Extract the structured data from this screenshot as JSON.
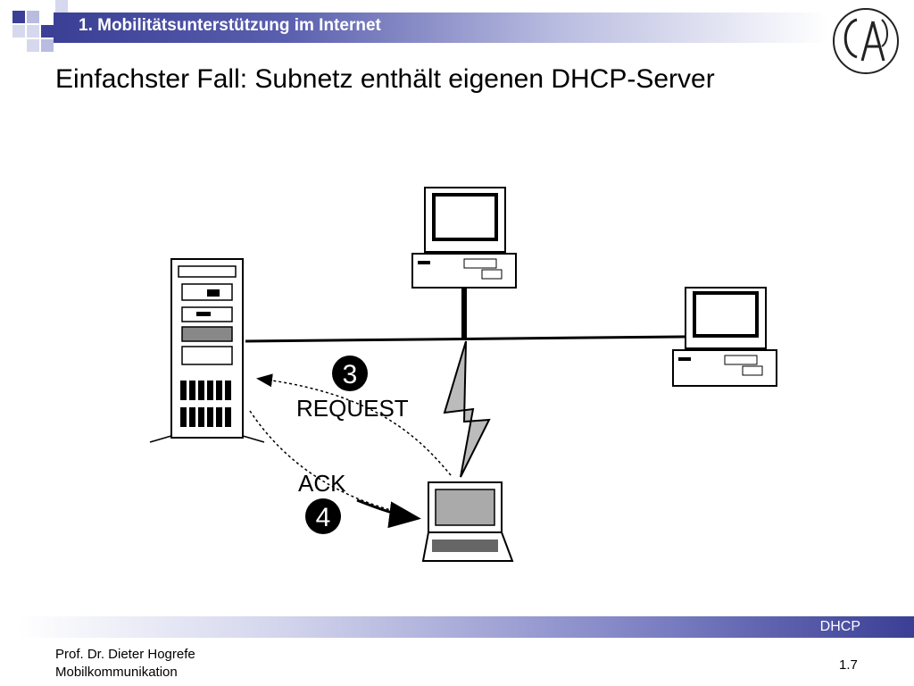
{
  "header": {
    "section_title": "1. Mobilitätsunterstützung im Internet"
  },
  "slide": {
    "title": "Einfachster Fall: Subnetz enthält eigenen DHCP-Server"
  },
  "diagram": {
    "step3_number": "3",
    "step3_label": "REQUEST",
    "step4_number": "4",
    "step4_label": "ACK"
  },
  "footer": {
    "tag": "DHCP",
    "author": "Prof. Dr. Dieter Hogrefe",
    "course": "Mobilkommunikation",
    "page": "1.7"
  },
  "colors": {
    "accent": "#3b3f95",
    "light_accent": "#b9bce0"
  },
  "icons": {
    "logo": "university-seal-icon",
    "server": "server-tower-icon",
    "desktop": "desktop-computer-icon",
    "laptop": "laptop-icon",
    "wireless": "lightning-bolt-icon"
  }
}
